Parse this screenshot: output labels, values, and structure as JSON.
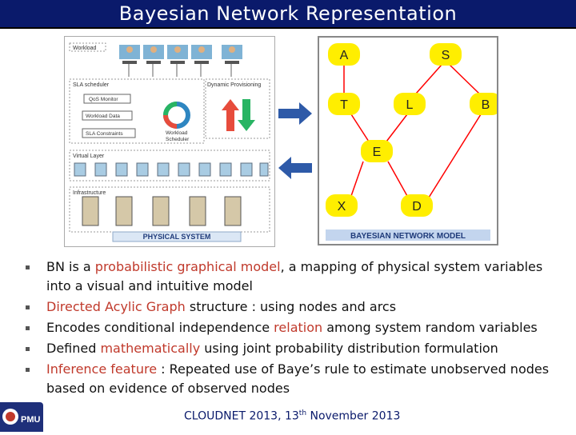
{
  "slide": {
    "title": "Bayesian Network Representation",
    "footer": {
      "event": "CLOUDNET 2013, 13",
      "sup": "th",
      "date": " November 2013"
    }
  },
  "physical_diagram": {
    "workload_label": "Workload",
    "sla_scheduler_label": "SLA scheduler",
    "dynamic_provisioning_label": "Dynamic Provisioning",
    "qos_monitor_label": "QoS Monitor",
    "workload_data_label": "Workload Data",
    "sla_constraints_label": "SLA Constraints",
    "workload_scheduler_label": "Workload Scheduler",
    "virtual_layer_label": "Virtual Layer",
    "infrastructure_label": "Infrastructure",
    "caption": "PHYSICAL SYSTEM"
  },
  "bn_diagram": {
    "nodes": [
      "A",
      "S",
      "T",
      "L",
      "B",
      "E",
      "X",
      "D"
    ],
    "caption": "BAYESIAN NETWORK MODEL",
    "node_color": "#ffee00",
    "border_color": "#cc0000"
  },
  "bullets": [
    {
      "parts": [
        {
          "t": "BN is a ",
          "h": false
        },
        {
          "t": "probabilistic graphical model",
          "h": true
        },
        {
          "t": ", a mapping of physical system variables into a visual and intuitive model",
          "h": false
        }
      ]
    },
    {
      "parts": [
        {
          "t": "Directed Acylic Graph",
          "h": true
        },
        {
          "t": " structure : using nodes and arcs",
          "h": false
        }
      ]
    },
    {
      "parts": [
        {
          "t": "Encodes conditional independence ",
          "h": false
        },
        {
          "t": "relation",
          "h": true
        },
        {
          "t": " among system random variables",
          "h": false
        }
      ]
    },
    {
      "parts": [
        {
          "t": "Defined ",
          "h": false
        },
        {
          "t": "mathematically",
          "h": true
        },
        {
          "t": " using joint probability distribution formulation",
          "h": false
        }
      ]
    },
    {
      "parts": [
        {
          "t": "Inference feature",
          "h": true
        },
        {
          "t": " : Repeated use of Baye’s rule to estimate unobserved nodes based on evidence of observed nodes",
          "h": false
        }
      ]
    }
  ],
  "logo_text": "PMU"
}
